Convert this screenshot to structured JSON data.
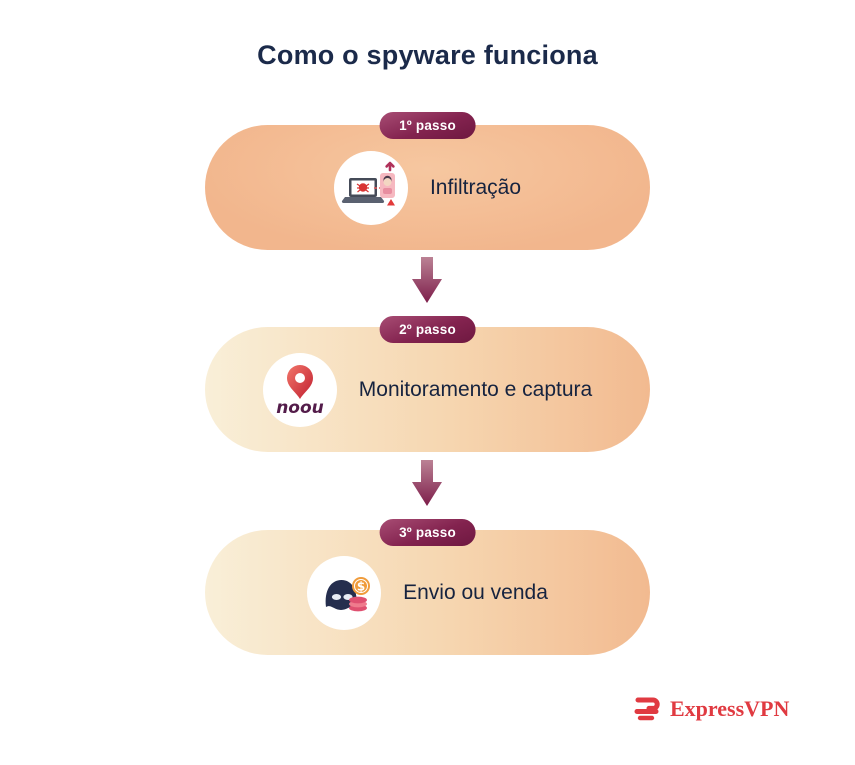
{
  "title": "Como o spyware funciona",
  "steps": [
    {
      "badge": "1º passo",
      "label": "Infiltração",
      "icon": "laptop-bug-icon"
    },
    {
      "badge": "2º passo",
      "label": "Monitoramento e captura",
      "icon": "location-pin-icon",
      "icon_text": "noou"
    },
    {
      "badge": "3º passo",
      "label": "Envio ou venda",
      "icon": "spy-coins-icon",
      "icon_coin_symbol": "$"
    }
  ],
  "brand": {
    "name": "ExpressVPN"
  },
  "colors": {
    "background": "#ffffff",
    "title_text": "#1b2a4a",
    "card_peach": "#f2b88f",
    "card_cream": "#f9efd8",
    "badge_magenta": "#7b1d4a",
    "arrow_magenta": "#7d1d4a",
    "brand_red": "#e03a41"
  }
}
